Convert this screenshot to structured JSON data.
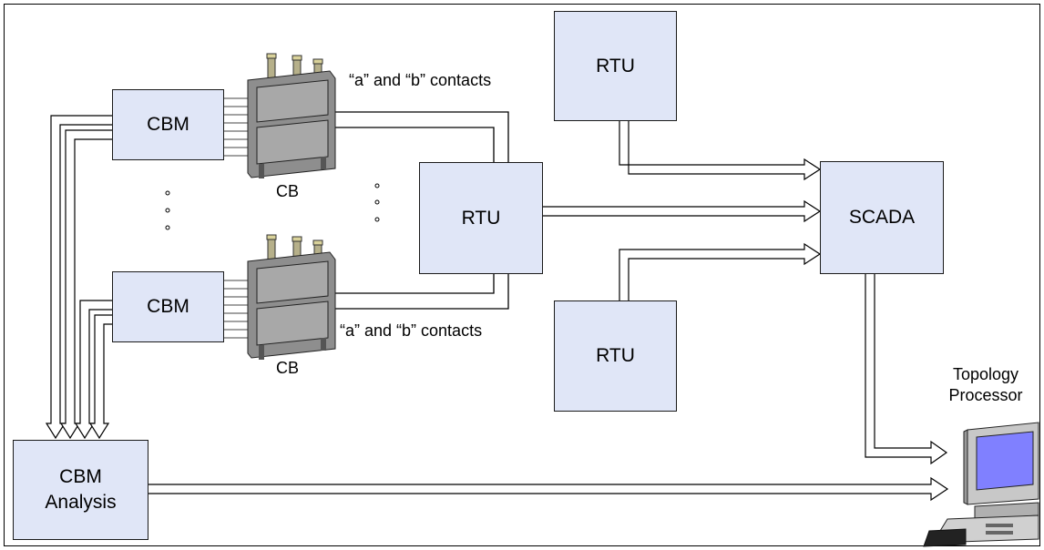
{
  "blocks": {
    "cbm_top": "CBM",
    "cbm_bottom": "CBM",
    "cbm_analysis": "CBM Analysis",
    "rtu_top": "RTU",
    "rtu_middle": "RTU",
    "rtu_bottom": "RTU",
    "scada": "SCADA"
  },
  "labels": {
    "contacts_top": "“a” and “b” contacts",
    "contacts_bottom": "“a” and “b” contacts",
    "cb_top": "CB",
    "cb_bottom": "CB",
    "topology_processor": "Topology Processor"
  },
  "colors": {
    "box_fill": "#e0e6f7",
    "breaker_body": "#8e8e8e",
    "monitor_screen": "#8080ff"
  }
}
